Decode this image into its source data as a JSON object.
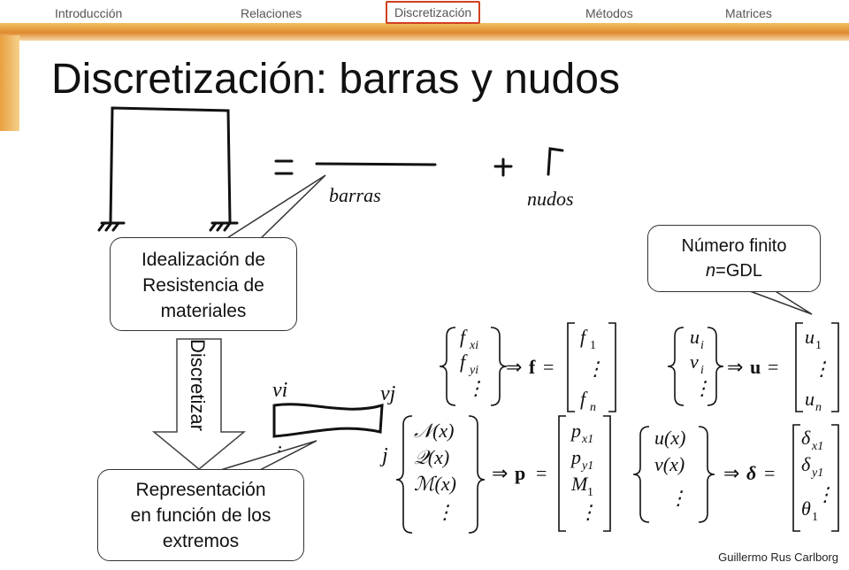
{
  "nav": {
    "items": [
      {
        "label": "Introducción"
      },
      {
        "label": "Relaciones"
      },
      {
        "label": "Discretización",
        "active": true
      },
      {
        "label": "Métodos"
      },
      {
        "label": "Matrices"
      }
    ]
  },
  "slide": {
    "title": "Discretización: barras y nudos",
    "author": "Guillermo Rus Carlborg"
  },
  "sketch": {
    "barras": "barras",
    "nudos": "nudos",
    "vi": "vi",
    "vj": "vj",
    "i": "i",
    "j": "j"
  },
  "callouts": {
    "idealizacion": [
      "Idealización de",
      "Resistencia de",
      "materiales"
    ],
    "representacion": [
      "Representación",
      "en función de los",
      "extremos"
    ],
    "numero_finito_line1": "Número finito",
    "numero_finito_n": "n",
    "numero_finito_rest": "=GDL"
  },
  "arrow_label": "Discretizar",
  "colors": {
    "accent": "#e08a30",
    "active_border": "#d04020"
  }
}
